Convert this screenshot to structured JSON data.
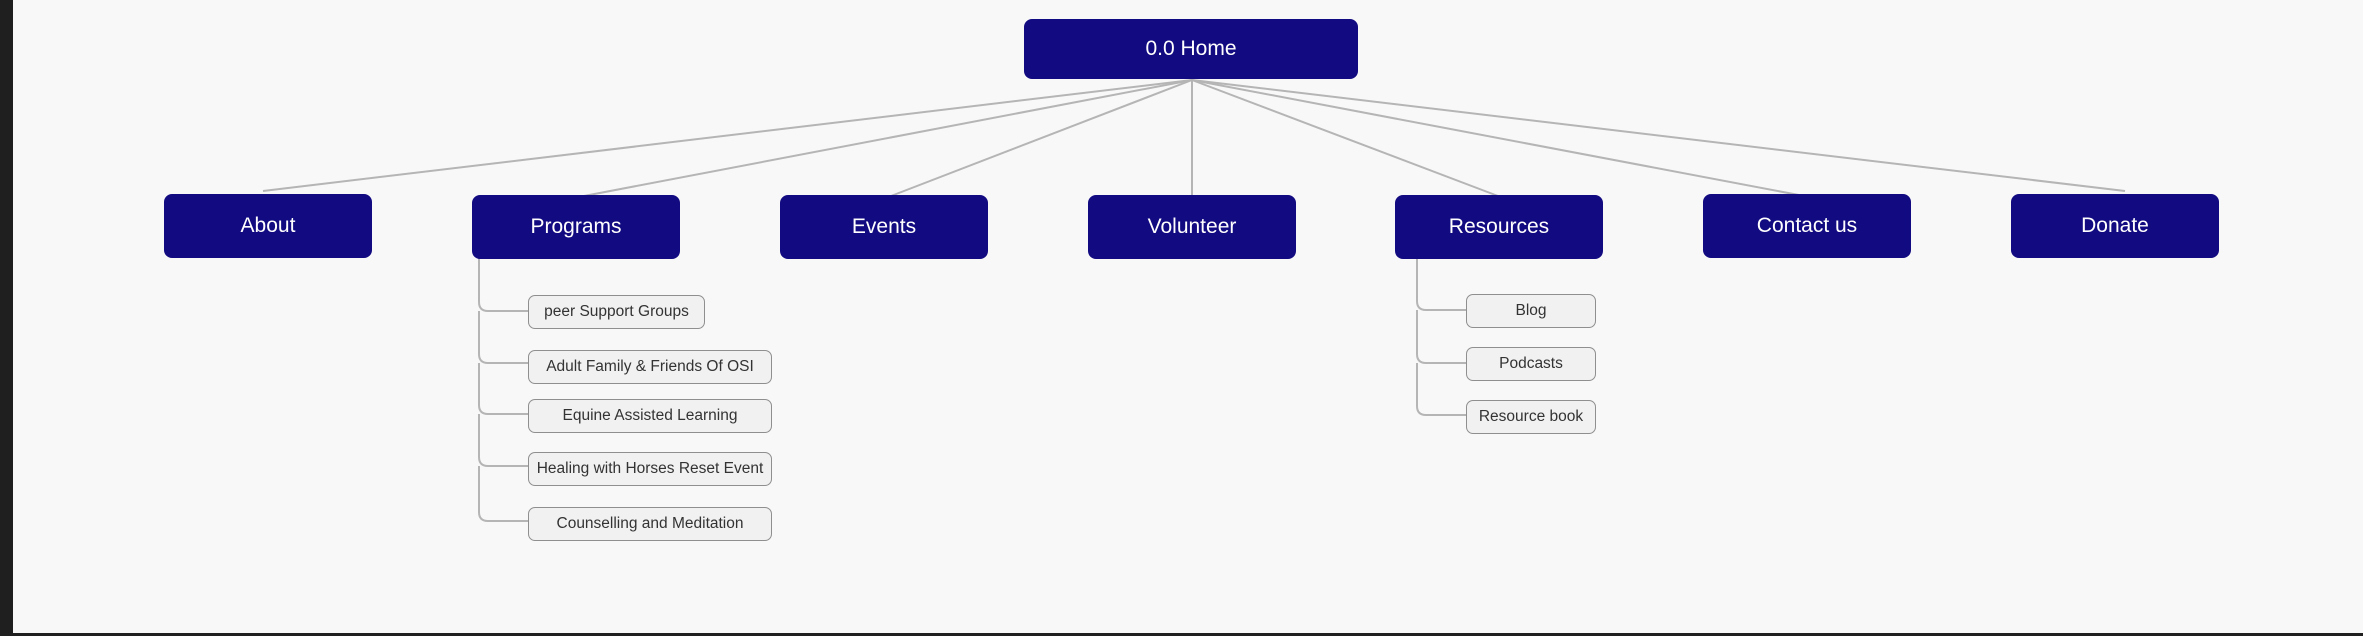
{
  "root": {
    "label": "0.0 Home"
  },
  "sections": [
    {
      "key": "about",
      "label": "About"
    },
    {
      "key": "programs",
      "label": "Programs"
    },
    {
      "key": "events",
      "label": "Events"
    },
    {
      "key": "volunteer",
      "label": "Volunteer"
    },
    {
      "key": "resources",
      "label": "Resources"
    },
    {
      "key": "contact",
      "label": "Contact us"
    },
    {
      "key": "donate",
      "label": "Donate"
    }
  ],
  "programs_children": [
    "peer Support Groups",
    "Adult Family & Friends Of OSI",
    "Equine Assisted Learning",
    "Healing with Horses Reset Event",
    "Counselling and Meditation"
  ],
  "resources_children": [
    "Blog",
    "Podcasts",
    "Resource book"
  ],
  "colors": {
    "node_fill": "#120a80",
    "node_text": "#ffffff",
    "sub_fill": "#f1f1f1",
    "sub_border": "#8f8f8f",
    "connector": "#b5b5b5",
    "background": "#f8f8f8"
  }
}
